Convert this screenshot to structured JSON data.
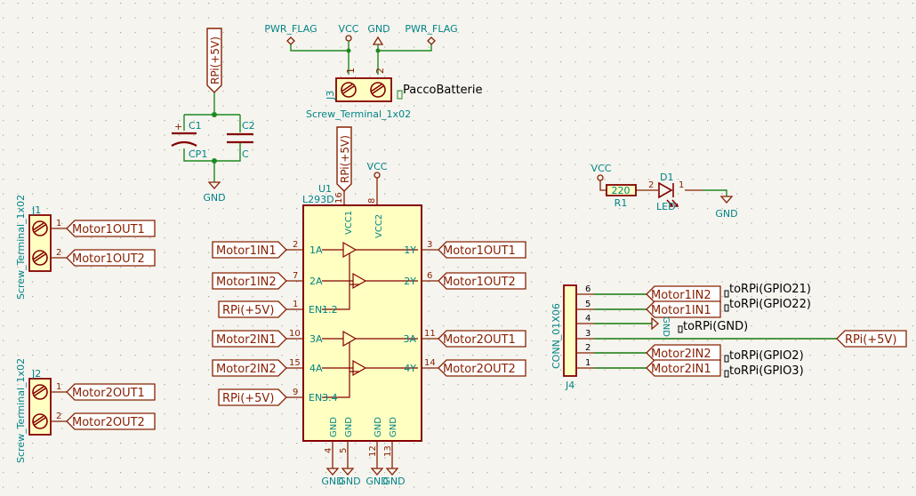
{
  "colors": {
    "background": "#f5f4ef",
    "grid": "#a8a8a0",
    "wire": "#1e8a1e",
    "label": "#882000",
    "value": "#008080",
    "body": "#840000",
    "bodyFill": "#ffffc2",
    "text": "#008484"
  },
  "power": {
    "pwr_flag_1": "PWR_FLAG",
    "vcc_top": "VCC",
    "gnd_top": "GND",
    "pwr_flag_2": "PWR_FLAG",
    "gnd_cap": "GND",
    "vcc_u1": "VCC",
    "vcc_led": "VCC",
    "gnd_led": "GND",
    "gnd_u1_a": "GND",
    "gnd_u1_b": "GND",
    "gnd_u1_c": "GND",
    "gnd_u1_d": "GND"
  },
  "j3": {
    "ref": "J3",
    "value": "Screw_Terminal_1x02",
    "net": "PaccoBatterie",
    "pin1": "1",
    "pin2": "2"
  },
  "caps": {
    "c1_ref": "C1",
    "c1_value": "CP1",
    "c2_ref": "C2",
    "c2_value": "C",
    "plus": "+",
    "rpi_label": "RPi(+5V)"
  },
  "u1": {
    "ref": "U1",
    "value": "L293D",
    "rpi_label": "RPi(+5V)",
    "pins": {
      "vcc1": "VCC1",
      "vcc2": "VCC2",
      "p16": "16",
      "p8": "8",
      "a1": "1A",
      "a2": "2A",
      "a3": "3A",
      "a4": "4A",
      "en12": "EN1.2",
      "en34": "EN3.4",
      "y1": "1Y",
      "y2": "2Y",
      "y3": "3A",
      "y4": "4Y",
      "n2": "2",
      "n7": "7",
      "n1": "1",
      "n10": "10",
      "n15": "15",
      "n9": "9",
      "n3": "3",
      "n6": "6",
      "n11": "11",
      "n14": "14",
      "gnd1": "GND",
      "gnd2": "GND",
      "gnd3": "GND",
      "gnd4": "GND",
      "n4": "4",
      "n5": "5",
      "n12": "12",
      "n13": "13"
    }
  },
  "left_labels": {
    "m1in1": "Motor1IN1",
    "m1in2": "Motor1IN2",
    "rpi1": "RPi(+5V)",
    "m2in1": "Motor2IN1",
    "m2in2": "Motor2IN2",
    "rpi2": "RPi(+5V)"
  },
  "right_labels": {
    "m1out1": "Motor1OUT1",
    "m1out2": "Motor1OUT2",
    "m2out1": "Motor2OUT1",
    "m2out2": "Motor2OUT2"
  },
  "j1": {
    "ref": "J1",
    "value": "Screw_Terminal_1x02",
    "pin1": "1",
    "pin2": "2",
    "net1": "Motor1OUT1",
    "net2": "Motor1OUT2"
  },
  "j2": {
    "ref": "J2",
    "value": "Screw_Terminal_1x02",
    "pin1": "1",
    "pin2": "2",
    "net1": "Motor2OUT1",
    "net2": "Motor2OUT2"
  },
  "led": {
    "r_ref": "R1",
    "r_value": "220",
    "d_ref": "D1",
    "d_value": "LED",
    "pin2": "2",
    "pin1": "1"
  },
  "j4": {
    "ref": "J4",
    "value": "CONN_01X06",
    "pins": [
      "6",
      "5",
      "4",
      "3",
      "2",
      "1"
    ],
    "labels": {
      "p6": "Motor1IN2",
      "p5": "Motor1IN1",
      "p4": "GND",
      "p3": "RPi(+5V)",
      "p2": "Motor2IN2",
      "p1": "Motor2IN1"
    },
    "notes": {
      "p6": "toRPi(GPIO21)",
      "p5": "toRPi(GPIO22)",
      "p4": "toRPi(GND)",
      "p2": "toRPi(GPIO2)",
      "p1": "toRPi(GPIO3)"
    }
  }
}
